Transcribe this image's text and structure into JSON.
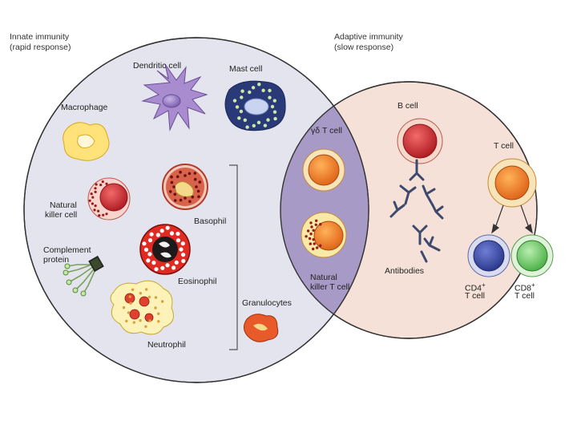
{
  "innate": {
    "title": "Innate immunity",
    "subtitle": "(rapid response)",
    "cells": {
      "dendritic": "Dendritic cell",
      "mast": "Mast cell",
      "macrophage": "Macrophage",
      "nk_line1": "Natural",
      "nk_line2": "killer cell",
      "complement_line1": "Complement",
      "complement_line2": "protein",
      "basophil": "Basophil",
      "eosinophil": "Eosinophil",
      "neutrophil": "Neutrophil",
      "granulocytes": "Granulocytes"
    }
  },
  "overlap": {
    "gd_t_cell": "γδ T cell",
    "nkt_line1": "Natural",
    "nkt_line2": "killer T cell"
  },
  "adaptive": {
    "title": "Adaptive immunity",
    "subtitle": "(slow response)",
    "cells": {
      "b_cell": "B cell",
      "t_cell": "T cell",
      "antibodies": "Antibodies",
      "cd4_line1": "CD4",
      "cd4_sup": "+",
      "cd4_line2": "T cell",
      "cd8_line1": "CD8",
      "cd8_sup": "+",
      "cd8_line2": "T cell"
    }
  },
  "colors": {
    "innate_fill": "#e4e4ef",
    "adaptive_fill": "#f6e1d8",
    "overlap_fill": "#a79ac6",
    "outline": "#333333"
  }
}
